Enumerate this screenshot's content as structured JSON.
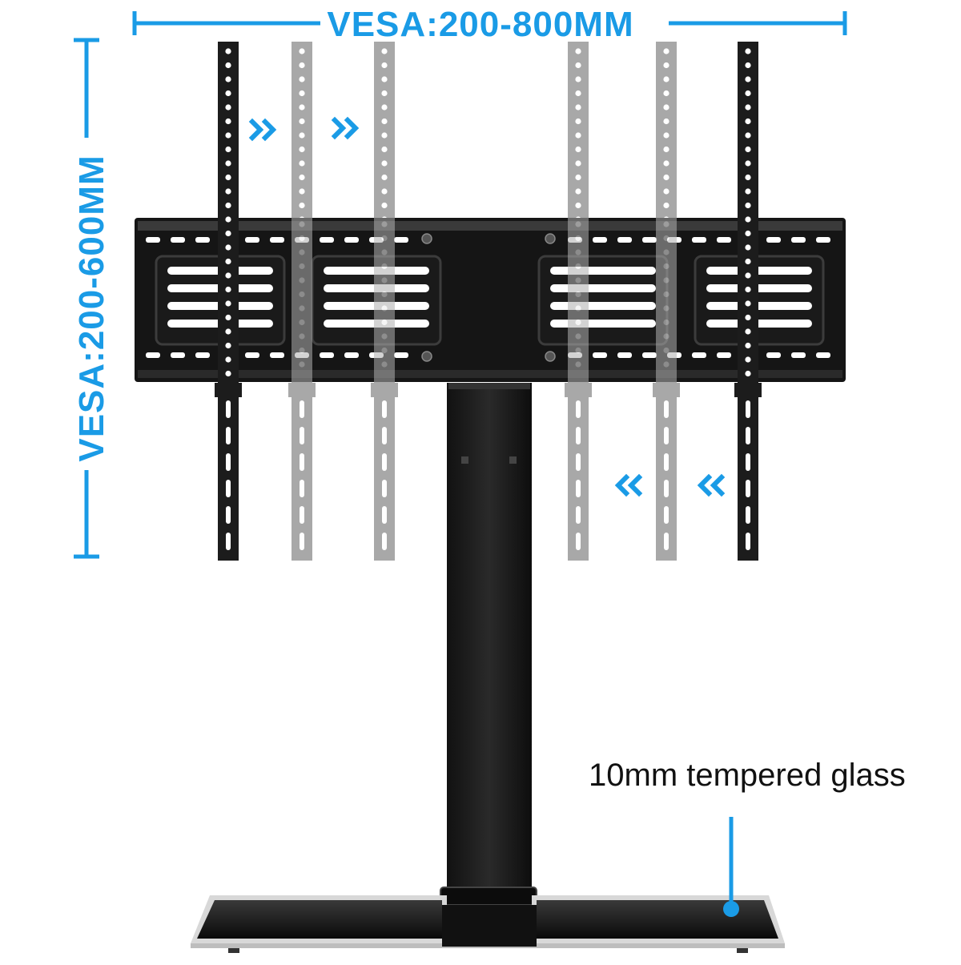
{
  "dimensions": {
    "horizontal_label": "VESA:200-800MM",
    "vertical_label": "VESA:200-600MM"
  },
  "callout": {
    "glass_label": "10mm tempered glass"
  },
  "icons": {
    "arrow_right": "double-chevron-right-icon",
    "arrow_left": "double-chevron-left-icon"
  },
  "colors": {
    "accent": "#1a9be6",
    "metal": "#1c1c1c",
    "ghost_arm": "#a8a8a8"
  }
}
